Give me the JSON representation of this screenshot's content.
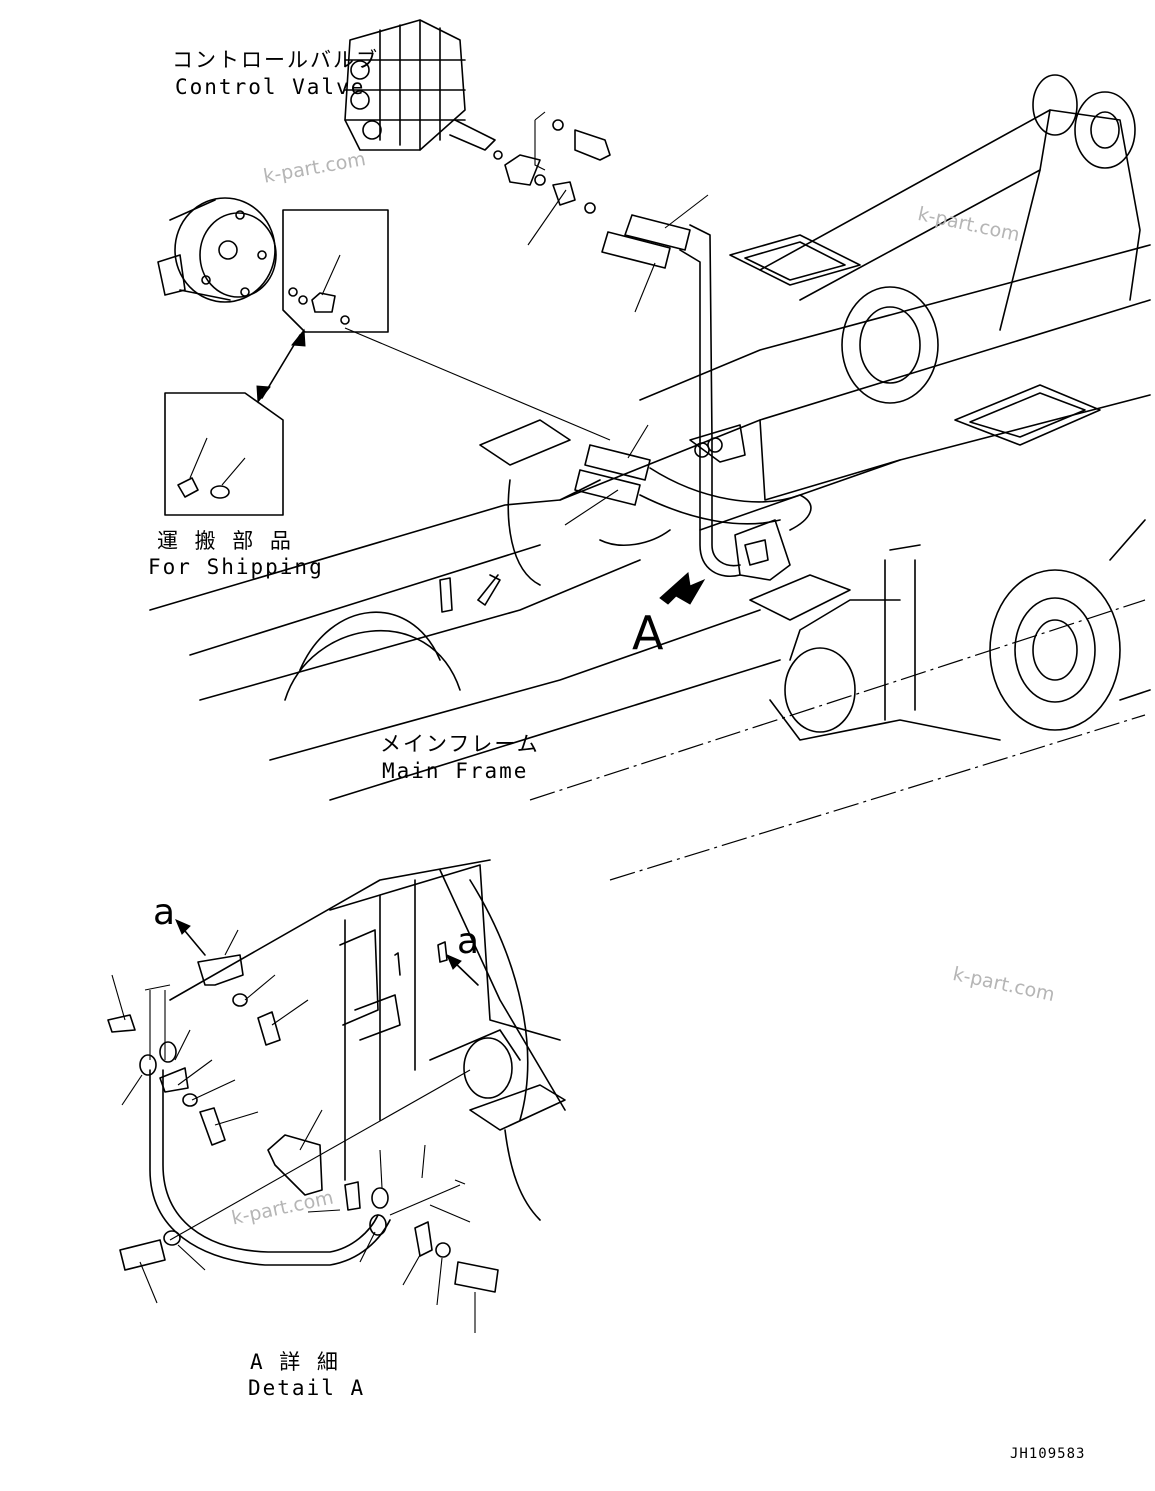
{
  "labels": {
    "control_valve_jp": "コントロールバルブ",
    "control_valve_en": "Control Valve",
    "for_shipping_jp": "運 搬 部 品",
    "for_shipping_en": "For Shipping",
    "main_frame_jp": "メインフレーム",
    "main_frame_en": "Main Frame",
    "view_marker": "A",
    "detail_jp": "A 詳 細",
    "detail_en": "Detail A",
    "ref_a_1": "a",
    "ref_a_2": "a",
    "drawing_code": "JH109583"
  },
  "watermarks": [
    "k-part.com",
    "k-part.com",
    "k-part.com",
    "k-part.com"
  ],
  "colors": {
    "ink": "#000000",
    "paper": "#ffffff",
    "watermark": "#b5b5b5"
  }
}
